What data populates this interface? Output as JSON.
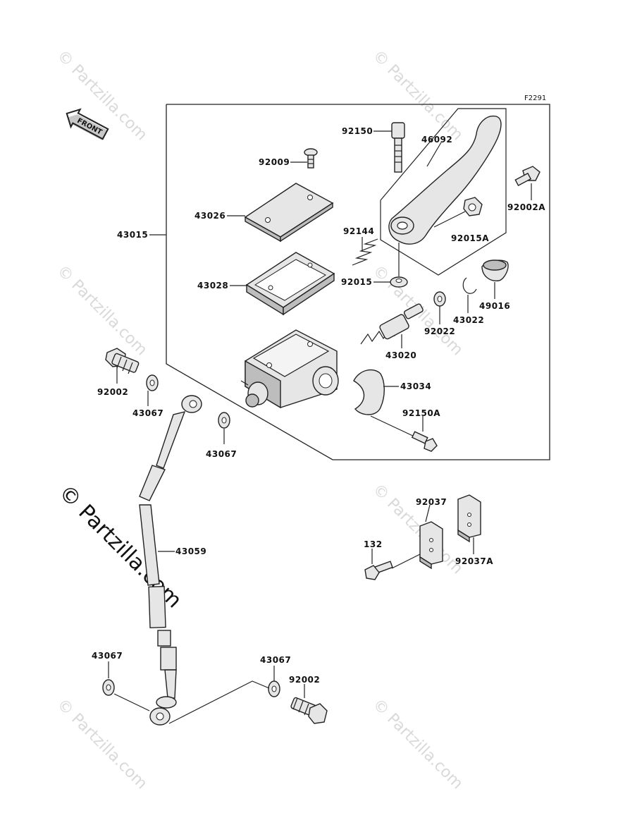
{
  "figure_id": "F2291",
  "front_label": "FRONT",
  "watermark_text": "© Partzilla.com",
  "side_watermark": "© Partzilla.com",
  "parts": {
    "p92150": "92150",
    "p46092": "46092",
    "p92009": "92009",
    "p92002A": "92002A",
    "p43026": "43026",
    "p43015": "43015",
    "p92144": "92144",
    "p92015A": "92015A",
    "p43028": "43028",
    "p92015": "92015",
    "p49016": "49016",
    "p43022": "43022",
    "p92022": "92022",
    "p43020": "43020",
    "p92002_top": "92002",
    "p43034": "43034",
    "p43067_a": "43067",
    "p92150A": "92150A",
    "p43067_b": "43067",
    "p92037": "92037",
    "p43059": "43059",
    "p132": "132",
    "p92037A": "92037A",
    "p43067_c": "43067",
    "p43067_d": "43067",
    "p92002_bot": "92002"
  },
  "colors": {
    "line": "#222222",
    "fill": "#e6e6e6",
    "watermark": "#d9d9d9"
  }
}
